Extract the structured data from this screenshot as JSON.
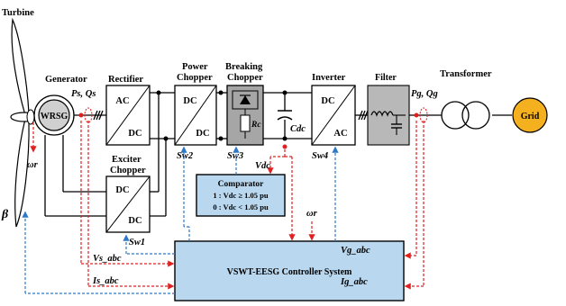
{
  "labels": {
    "turbine": "Turbine",
    "generator": "Generator",
    "wrsg": "WRSG",
    "rectifier": "Rectifier",
    "exciter_chopper_l1": "Exciter",
    "exciter_chopper_l2": "Chopper",
    "power_chopper_l1": "Power",
    "power_chopper_l2": "Chopper",
    "breaking_chopper_l1": "Breaking",
    "breaking_chopper_l2": "Chopper",
    "inverter": "Inverter",
    "filter": "Filter",
    "transformer": "Transformer",
    "grid": "Grid",
    "ac": "AC",
    "dc": "DC",
    "rc": "Rc",
    "cdc": "Cdc",
    "ps_qs": "Ps, Qs",
    "pg_qg": "Pg, Qg",
    "sw1": "Sw1",
    "sw2": "Sw2",
    "sw3": "Sw3",
    "sw4": "Sw4",
    "vdc": "Vdc",
    "omega_r_left": "ωr",
    "omega_r_ctrl": "ωr",
    "beta": "β",
    "vs_abc": "Vs_abc",
    "is_abc": "Is_abc",
    "vg_abc": "Vg_abc",
    "ig_abc": "Ig_abc",
    "comparator_title": "Comparator",
    "comparator_l1": "1 : Vdc ≥ 1.05 pu",
    "comparator_l2": "0 : Vdc < 1.05 pu",
    "controller": "VSWT-EESG Controller System"
  },
  "colors": {
    "control_box": "#b9d7ee",
    "grid": "#f5b020",
    "filter": "#b8b8b8",
    "breaking": "#a6a6a6",
    "red_signal": "#e02020",
    "blue_signal": "#2e78c8"
  }
}
